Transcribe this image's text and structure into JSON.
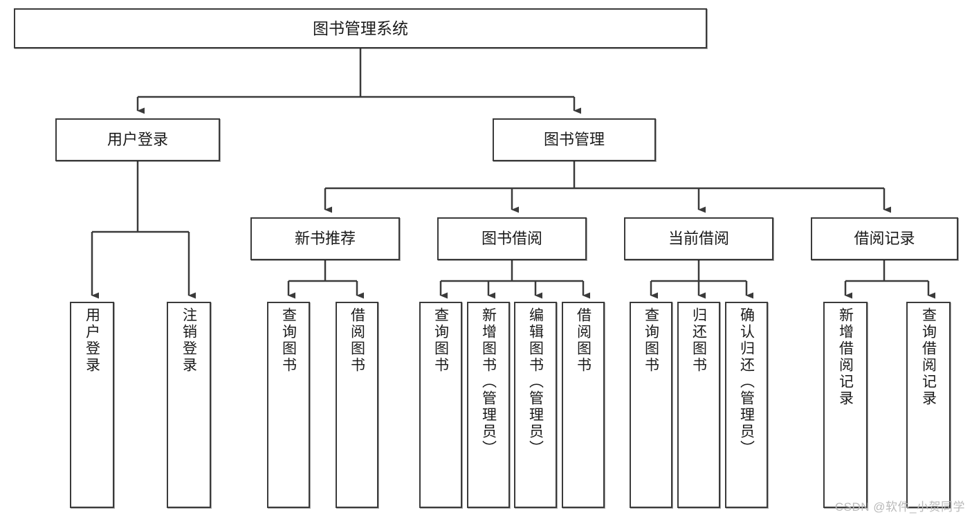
{
  "diagram": {
    "title": "图书管理系统",
    "watermark": "CSDN @软件_小贺同学",
    "levels": {
      "root": {
        "label": "图书管理系统"
      },
      "level2": [
        {
          "label": "用户登录"
        },
        {
          "label": "图书管理"
        }
      ],
      "level3": [
        {
          "label": "新书推荐"
        },
        {
          "label": "图书借阅"
        },
        {
          "label": "当前借阅"
        },
        {
          "label": "借阅记录"
        }
      ],
      "leaves_user_login": [
        {
          "label": "用户登录"
        },
        {
          "label": "注销登录"
        }
      ],
      "leaves_new_books": [
        {
          "label": "查询图书"
        },
        {
          "label": "借阅图书"
        }
      ],
      "leaves_borrow": [
        {
          "label": "查询图书"
        },
        {
          "label": "新增图书（管理员）"
        },
        {
          "label": "编辑图书（管理员）"
        },
        {
          "label": "借阅图书"
        }
      ],
      "leaves_current": [
        {
          "label": "查询图书"
        },
        {
          "label": "归还图书"
        },
        {
          "label": "确认归还（管理员）"
        }
      ],
      "leaves_records": [
        {
          "label": "新增借阅记录"
        },
        {
          "label": "查询借阅记录"
        }
      ]
    },
    "colors": {
      "border": "#3a3a3a",
      "fill": "#ffffff",
      "text": "#1a1a1a",
      "watermark": "#b9b9b9"
    }
  }
}
